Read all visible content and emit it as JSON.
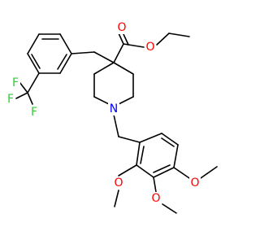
{
  "molecule": {
    "atom_labels": {
      "o_carbonyl": "O",
      "o_ester": "O",
      "n_ring": "N",
      "f1": "F",
      "f2": "F",
      "f3": "F",
      "o_meo1": "O",
      "o_meo2": "O",
      "o_meo3": "O"
    },
    "colors": {
      "bond": "#000000",
      "oxygen": "#ff0000",
      "nitrogen": "#0000ff",
      "fluorine": "#33cc33",
      "background": "#ffffff"
    }
  }
}
